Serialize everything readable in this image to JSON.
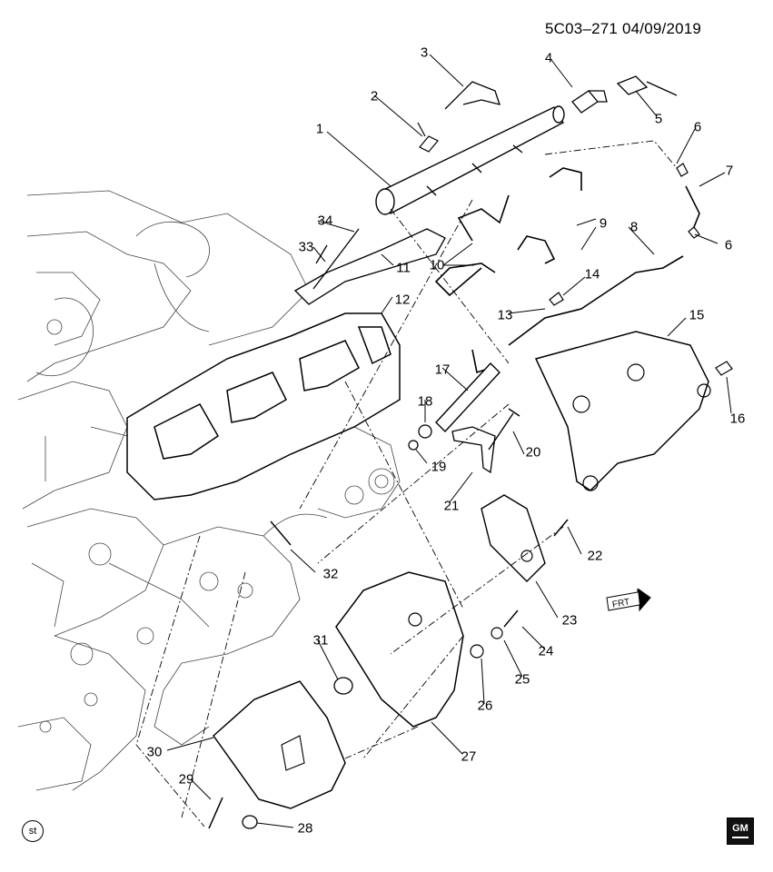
{
  "header": {
    "code_date": "5C03–271  04/09/2019"
  },
  "callouts": [
    "1",
    "2",
    "3",
    "4",
    "5",
    "6",
    "7",
    "6",
    "8",
    "9",
    "10",
    "34",
    "33",
    "11",
    "12",
    "14",
    "13",
    "15",
    "16",
    "17",
    "18",
    "19",
    "20",
    "21",
    "22",
    "23",
    "32",
    "24",
    "25",
    "26",
    "31",
    "27",
    "30",
    "29",
    "28"
  ],
  "labels": {
    "front": "FRT",
    "st_badge": "st",
    "gm_logo": "GM"
  }
}
